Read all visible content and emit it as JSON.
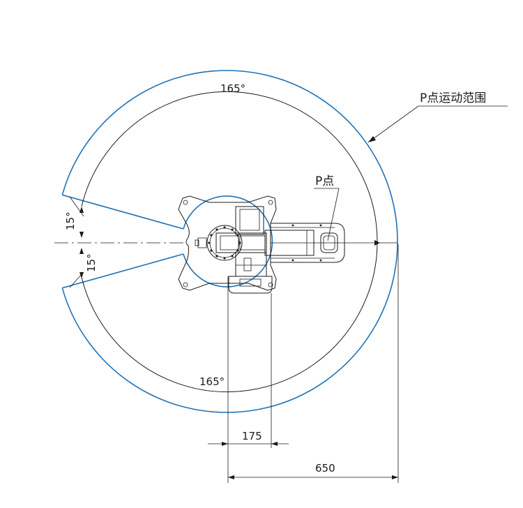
{
  "labels": {
    "range_title": "P点运动范围",
    "point_p": "P点",
    "angle_top": "165°",
    "angle_bottom": "165°",
    "angle_left_top": "15°",
    "angle_left_bottom": "15°",
    "dim_inner": "175",
    "dim_outer": "650"
  },
  "colors": {
    "outline": "#1a1a1a",
    "range_boundary": "#1f73b7"
  }
}
